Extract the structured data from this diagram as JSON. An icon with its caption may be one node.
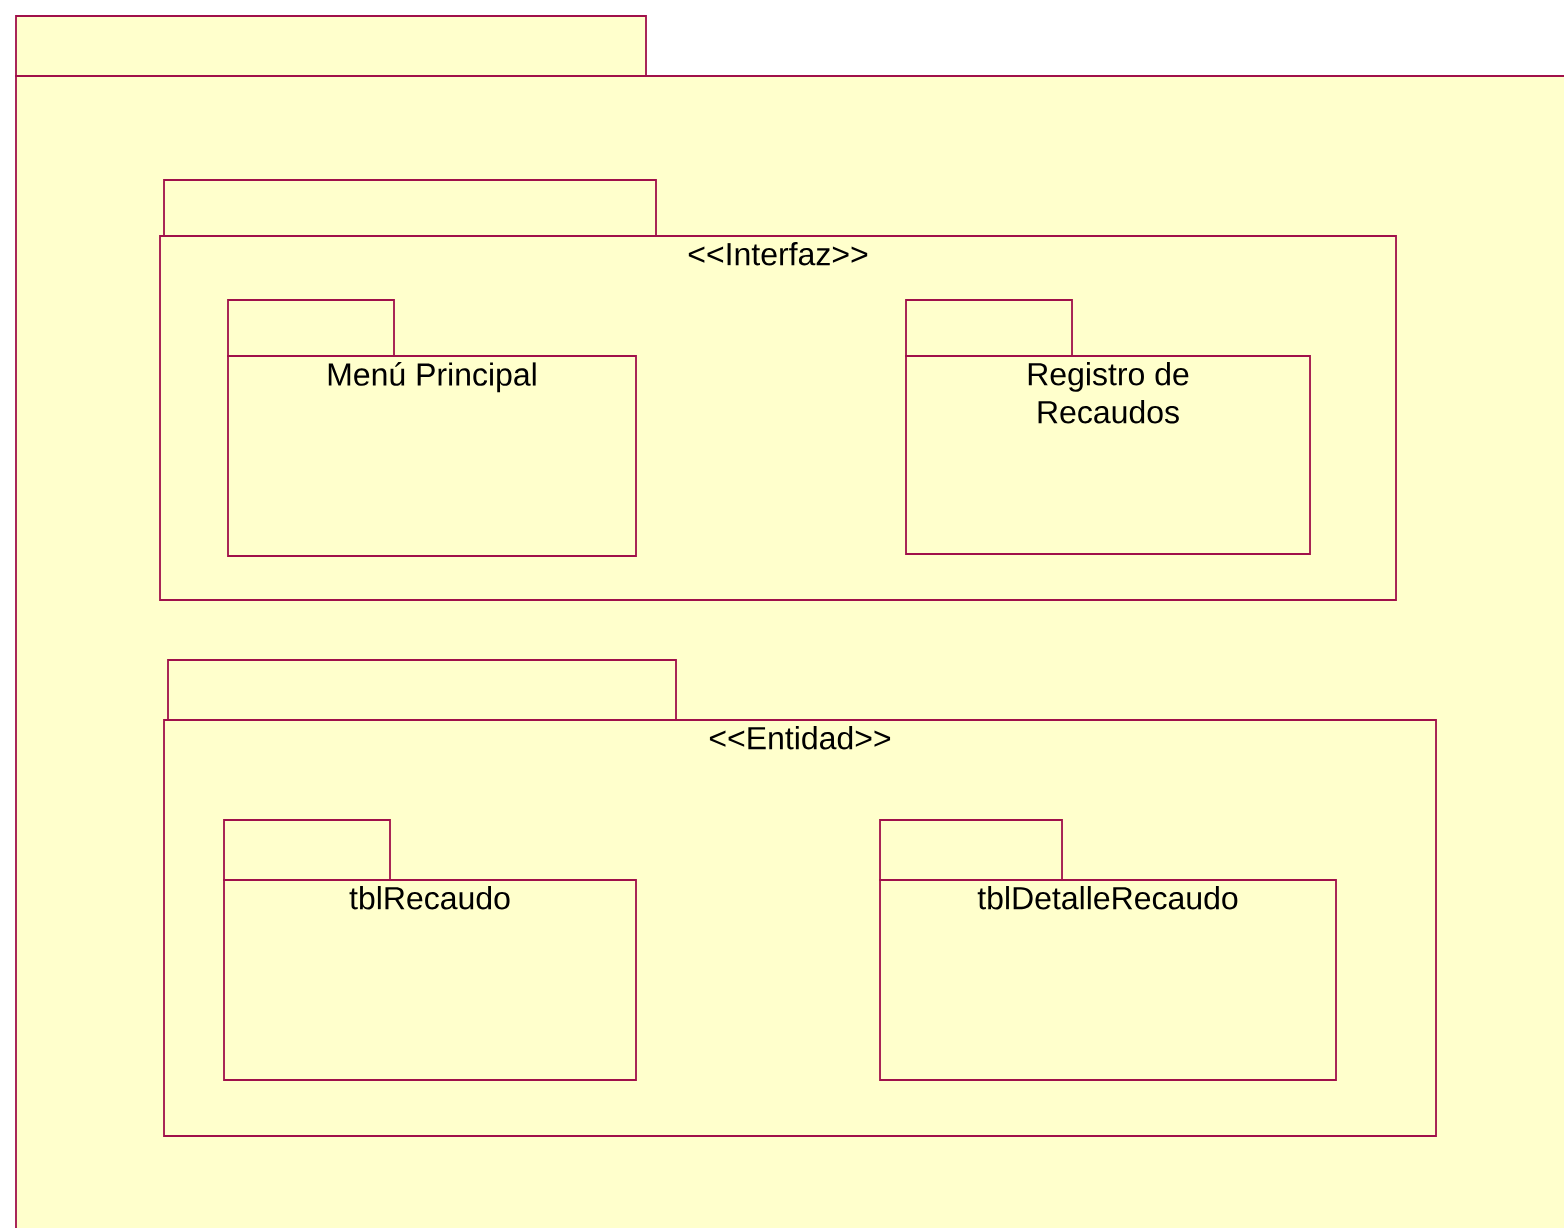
{
  "diagram": {
    "nodes": [
      {
        "text": [],
        "shape": "folder"
      },
      {
        "text": [
          "<<Interfaz>>"
        ],
        "in": 0
      },
      {
        "text": [
          "Menú Principal"
        ],
        "in": 1
      },
      {
        "text": [
          "Registro de Recaudos"
        ],
        "in": 1
      },
      {
        "text": [
          "<<Entidad>>"
        ],
        "in": 0
      },
      {
        "text": [
          "tblRecaudo"
        ],
        "in": 4
      },
      {
        "text": [
          "tblDetalleRecaudo"
        ],
        "in": 4
      }
    ]
  }
}
